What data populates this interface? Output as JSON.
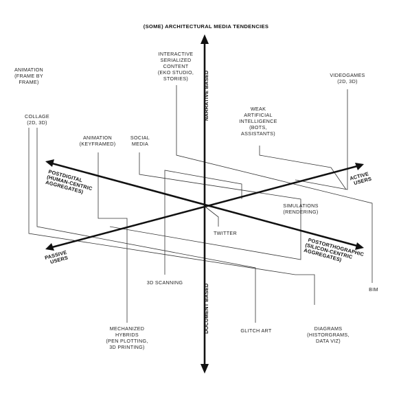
{
  "title": "(SOME) ARCHITECTURAL MEDIA TENDENCIES",
  "axes": {
    "vertical_top": "NARRATIVE BASED",
    "vertical_bottom": "DOCUMENT BASED",
    "postdigital": [
      "POSTDIGITAL",
      "(HUMAN-CENTRIC",
      "AGGREGATES)"
    ],
    "postorthographic": [
      "POSTORTHOGRAPHIC",
      "(SILICON-CENTRIC",
      "AGGREGATES)"
    ],
    "active_users": [
      "ACTIVE",
      "USERS"
    ],
    "passive_users": [
      "PASSIVE",
      "USERS"
    ]
  },
  "labels": {
    "animation_frame": [
      "ANIMATION",
      "(FRAME BY",
      "FRAME)"
    ],
    "collage": [
      "COLLAGE",
      "(2D, 3D)"
    ],
    "animation_keyframed": [
      "ANIMATION",
      "(KEYFRAMED)"
    ],
    "social_media": [
      "SOCIAL",
      "MEDIA"
    ],
    "interactive_content": [
      "INTERACTIVE",
      "SERIALIZED",
      "CONTENT",
      "(EKO STUDIO,",
      "STORIES)"
    ],
    "weak_ai": [
      "WEAK",
      "ARTIFICIAL",
      "INTELLIGENCE",
      "(BOTS,",
      "ASSISTANTS)"
    ],
    "videogames": [
      "VIDEOGAMES",
      "(2D, 3D)"
    ],
    "simulations": [
      "SIMULATIONS",
      "(RENDERING)"
    ],
    "twitter": "TWITTER",
    "scanning_3d": "3D SCANNING",
    "bim": "BIM",
    "glitch_art": "GLITCH ART",
    "mechanized_hybrids": [
      "MECHANIZED",
      "HYBRIDS",
      "(PEN PLOTTING,",
      "3D PRINTING)"
    ],
    "diagrams": [
      "DIAGRAMS",
      "(HISTORGRAMS,",
      "DATA VIZ)"
    ]
  }
}
